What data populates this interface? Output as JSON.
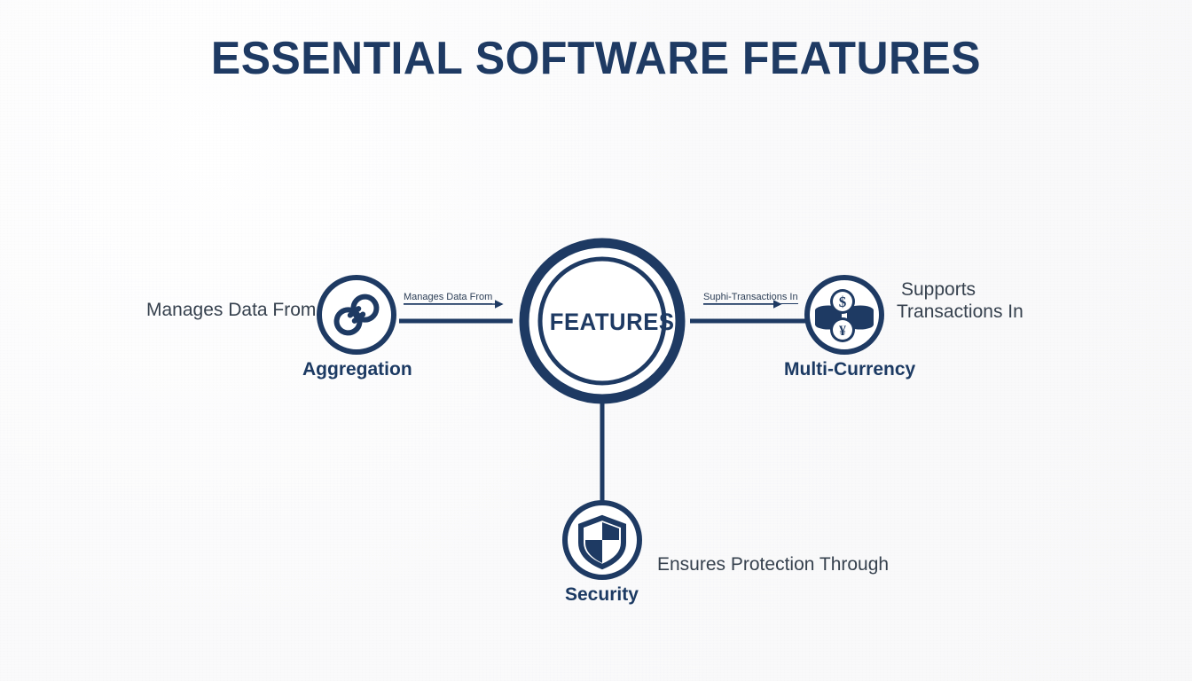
{
  "page": {
    "title": "ESSENTIAL SOFTWARE FEATURES",
    "background_color": "#fbfbfc",
    "accent_color": "#1e3a63",
    "text_color": "#36414e"
  },
  "hub": {
    "label": "FEATURES",
    "icon": "double-ring-circle"
  },
  "nodes": [
    {
      "id": "aggregation",
      "label": "Aggregation",
      "description": "Manages Data From",
      "icon": "chain-link-icon",
      "connector_label": "Manages Data From",
      "position": "left"
    },
    {
      "id": "multi-currency",
      "label": "Multi-Currency",
      "description_line1": "Supports",
      "description_line2": "Transactions In",
      "icon": "coin-stack-icon",
      "connector_label": "Suphi-Transactions In",
      "position": "right"
    },
    {
      "id": "security",
      "label": "Security",
      "description": "Ensures Protection Through",
      "icon": "shield-icon",
      "connector_label": "",
      "position": "bottom"
    }
  ]
}
